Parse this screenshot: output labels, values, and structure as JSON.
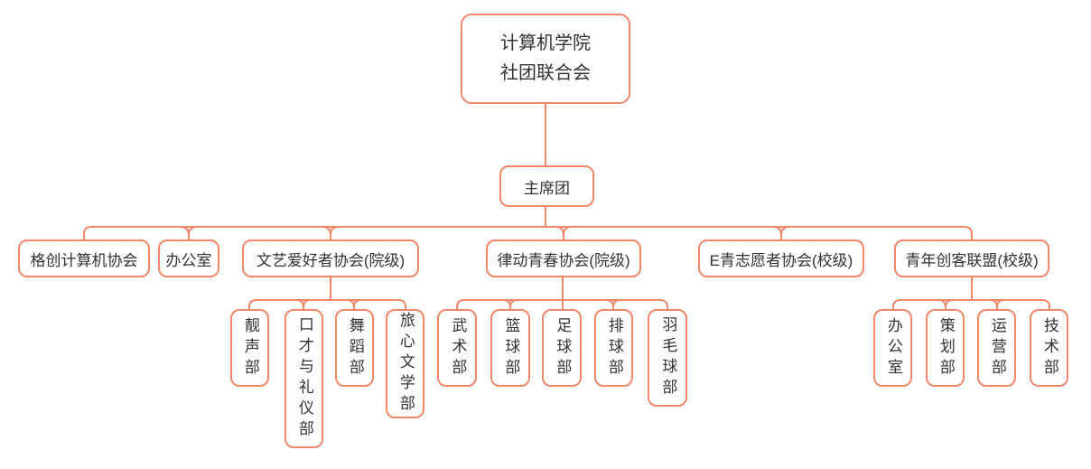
{
  "colors": {
    "accent": "#F0876B",
    "text": "#333333",
    "background": "#FFFFFF"
  },
  "org_chart": {
    "root": {
      "line1": "计算机学院",
      "line2": "社团联合会"
    },
    "presidium": {
      "label": "主席团"
    },
    "branches": [
      {
        "label": "格创计算机协会"
      },
      {
        "label": "办公室"
      },
      {
        "label": "文艺爱好者协会(院级)",
        "children": [
          {
            "label": "靓声部"
          },
          {
            "label": "口才与礼仪部"
          },
          {
            "label": "舞蹈部"
          },
          {
            "label": "旅心文学部"
          }
        ]
      },
      {
        "label": "律动青春协会(院级)",
        "children": [
          {
            "label": "武术部"
          },
          {
            "label": "篮球部"
          },
          {
            "label": "足球部"
          },
          {
            "label": "排球部"
          },
          {
            "label": "羽毛球部"
          }
        ]
      },
      {
        "label": "E青志愿者协会(校级)"
      },
      {
        "label": "青年创客联盟(校级)",
        "children": [
          {
            "label": "办公室"
          },
          {
            "label": "策划部"
          },
          {
            "label": "运营部"
          },
          {
            "label": "技术部"
          }
        ]
      }
    ]
  }
}
